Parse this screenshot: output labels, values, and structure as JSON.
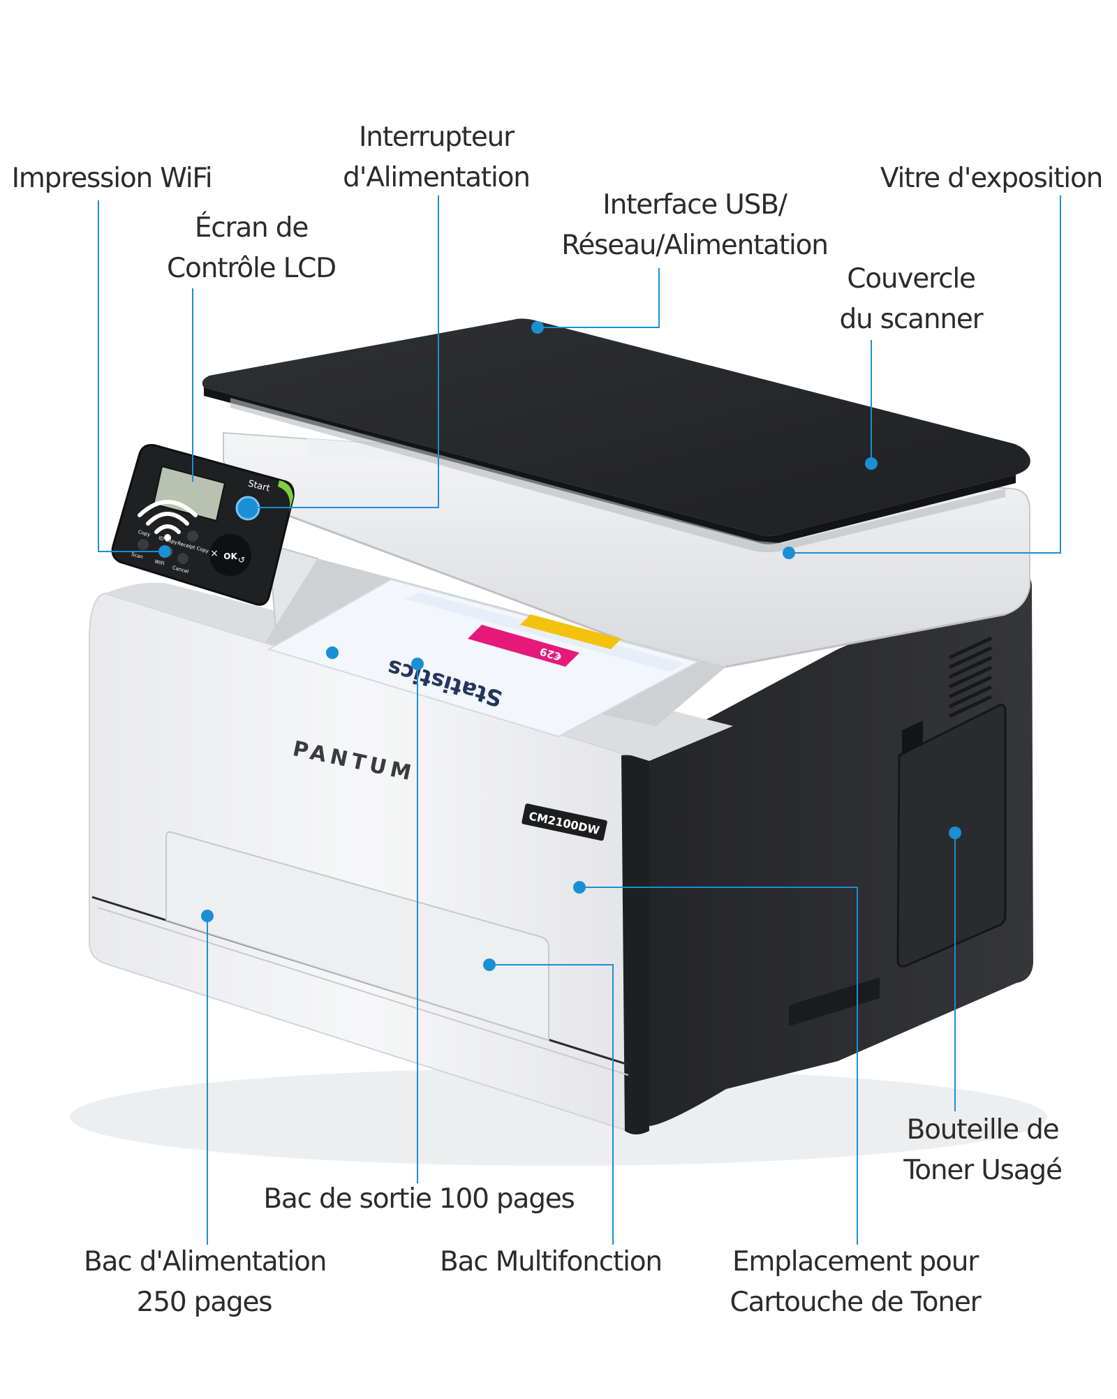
{
  "brand": "PANTUM",
  "model": "CM2100DW",
  "colors": {
    "accent": "#1a8fd6",
    "dark": "#2b2c2e",
    "light_body": "#f1f2f3",
    "text": "#2b2b2b"
  },
  "panel": {
    "start_label": "Start",
    "copy_label": "Copy",
    "id_copy_label": "ID Copy",
    "receipt_copy_label": "Receipt Copy",
    "scan_label": "Scan",
    "wifi_label": "WiFi",
    "cancel_label": "Cancel",
    "ok_label": "OK",
    "close_symbol": "×",
    "back_symbol": "↺"
  },
  "paper": {
    "heading": "Statistics",
    "badge": "€29"
  },
  "labels": {
    "wifi": [
      "Impression WiFi"
    ],
    "lcd": [
      "Écran de",
      "Contrôle LCD"
    ],
    "power_switch": [
      "Interrupteur",
      "d'Alimentation"
    ],
    "usb": [
      "Interface USB/",
      "Réseau/Alimentation"
    ],
    "glass": [
      "Vitre d'exposition"
    ],
    "cover": [
      "Couvercle",
      "du scanner"
    ],
    "output_tray": [
      "Bac de sortie 100 pages"
    ],
    "input_tray": [
      "Bac d'Alimentation",
      "250 pages"
    ],
    "multi_tray": [
      "Bac Multifonction"
    ],
    "toner_slot": [
      "Emplacement pour",
      "Cartouche de Toner"
    ],
    "waste_toner": [
      "Bouteille de",
      "Toner Usagé"
    ]
  }
}
